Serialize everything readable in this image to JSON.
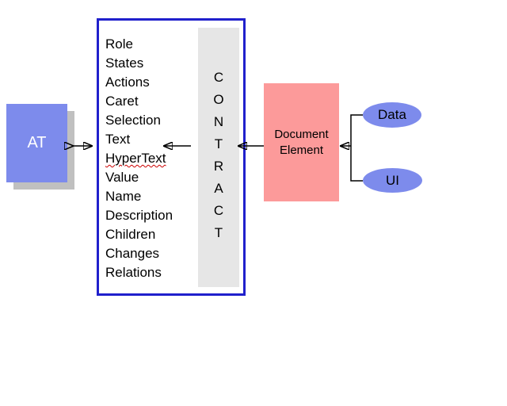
{
  "at_box": {
    "label": "AT"
  },
  "contract_box": {
    "items": [
      "Role",
      "States",
      "Actions",
      "Caret",
      "Selection",
      "Text",
      "HyperText",
      "Value",
      "Name",
      "Description",
      "Children",
      "Changes",
      "Relations"
    ],
    "vertical_label": "CONTRACT",
    "letters": [
      "C",
      "O",
      "N",
      "T",
      "R",
      "A",
      "C",
      "T"
    ]
  },
  "document_element_box": {
    "label": "Document Element"
  },
  "data_node": {
    "label": "Data"
  },
  "ui_node": {
    "label": "UI"
  },
  "colors": {
    "periwinkle": "#7d8bec",
    "pink": "#fc9a9a",
    "border-blue": "#2020cc",
    "strip-gray": "#e6e6e6",
    "shadow-gray": "#c0c0c0",
    "ink": "#000000",
    "squiggle": "#cc0000"
  }
}
